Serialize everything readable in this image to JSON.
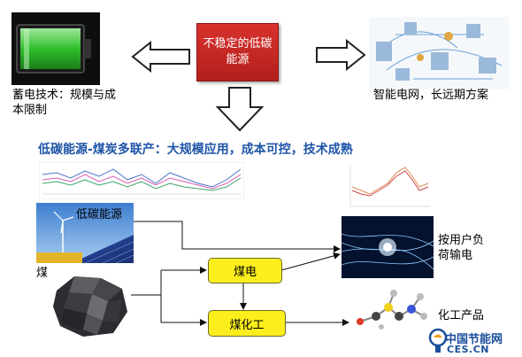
{
  "center_box": "不稳定的低碳能源",
  "battery_label": "蓄电技术：规模与成本限制",
  "grid_label": "智能电网，长远期方案",
  "headline": "低碳能源-煤炭多联产：大规模应用，成本可控，技术成熟",
  "low_carbon_tag": "低碳能源",
  "coal_label": "煤",
  "coal_power_box": "煤电",
  "coal_chem_box": "煤化工",
  "user_load_label": "按用户负荷输电",
  "chem_product_label": "化工产品",
  "watermark": {
    "cn": "中国节能网",
    "en": "CES.CN"
  },
  "colors": {
    "red_box": "#c8281f",
    "yellow_box": "#fbee1c",
    "headline": "#1f55a8",
    "battery_green": "#3fd13c"
  }
}
